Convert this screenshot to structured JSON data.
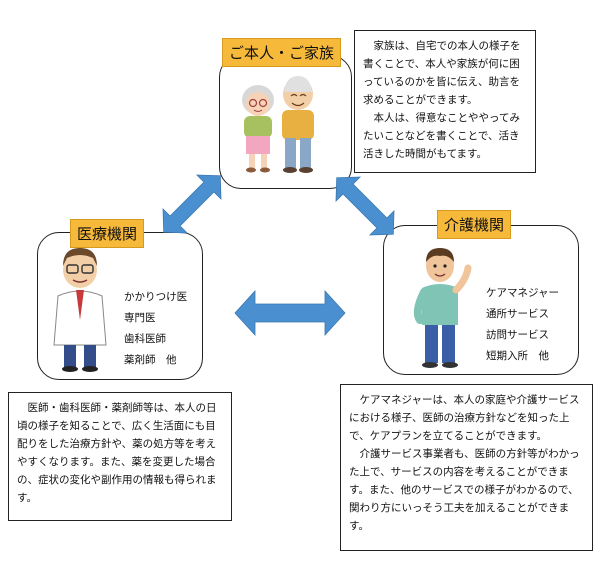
{
  "family": {
    "label": "ご本人・ご家族",
    "text": [
      "家族は、自宅での本人の様子を書くことで、本人や家族が何に困っているのかを皆に伝え、助言を求めることができます。",
      "本人は、得意なことややってみたいことなどを書くことで、活き活きした時間がもてます。"
    ]
  },
  "medical": {
    "label": "医療機関",
    "roles": [
      "かかりつけ医",
      "専門医",
      "歯科医師",
      "薬剤師　他"
    ],
    "text": [
      "医師・歯科医師・薬剤師等は、本人の日頃の様子を知ることで、広く生活面にも目配りをした治療方針や、薬の処方等を考えやすくなります。また、薬を変更した場合の、症状の変化や副作用の情報も得られます。"
    ]
  },
  "care": {
    "label": "介護機関",
    "roles": [
      "ケアマネジャー",
      "通所サービス",
      "訪問サービス",
      "短期入所　他"
    ],
    "text": [
      "ケアマネジャーは、本人の家庭や介護サービスにおける様子、医師の治療方針などを知った上で、ケアプランを立てることができます。",
      "介護サービス事業者も、医師の方針等がわかった上で、サービスの内容を考えることができます。また、他のサービスでの様子がわかるので、関わり方にいっそう工夫を加えることができます。"
    ]
  },
  "colors": {
    "arrow": "#4a90d0",
    "label_bg": "#f7b93a"
  }
}
